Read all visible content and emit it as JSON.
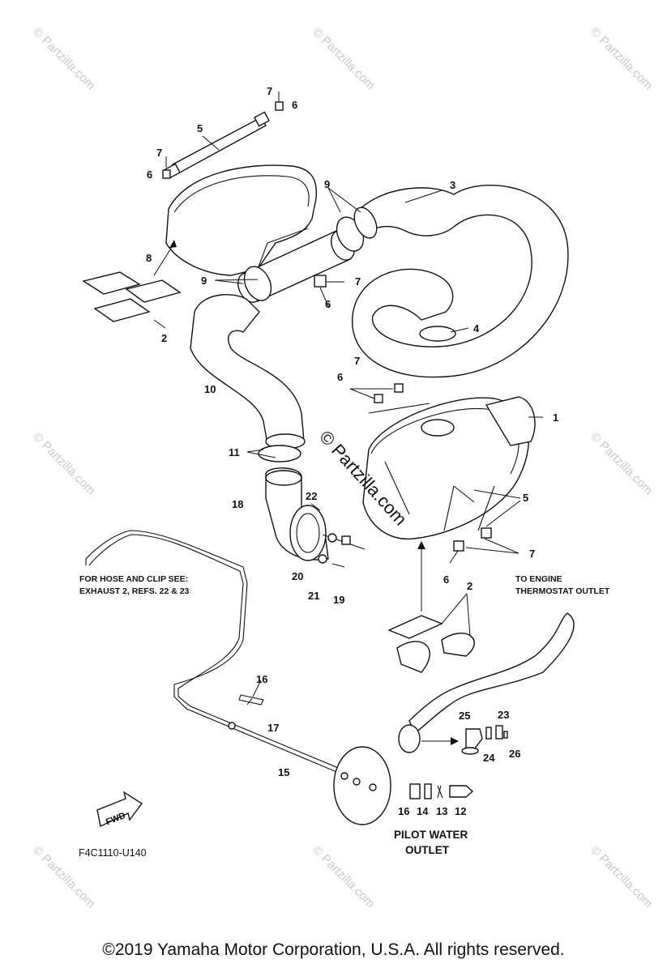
{
  "watermarks": [
    {
      "text": "© Partzilla.com"
    },
    {
      "text": "© Partzilla.com"
    },
    {
      "text": "© Partzilla.com"
    },
    {
      "text": "© Partzilla.com"
    },
    {
      "text": "© Partzilla.com"
    },
    {
      "text": "© Partzilla.com"
    },
    {
      "text": "© Partzilla.com"
    },
    {
      "text": "© Partzilla.com"
    }
  ],
  "center_watermark": "© Partzilla.com",
  "callouts": {
    "c1": "1",
    "c2a": "2",
    "c2b": "2",
    "c3": "3",
    "c4": "4",
    "c5a": "5",
    "c5b": "5",
    "c6a": "6",
    "c6b": "6",
    "c6c": "6",
    "c6d": "6",
    "c6e": "6",
    "c7a": "7",
    "c7b": "7",
    "c7c": "7",
    "c7d": "7",
    "c7e": "7",
    "c8": "8",
    "c9a": "9",
    "c9b": "9",
    "c10": "10",
    "c11": "11",
    "c12": "12",
    "c13": "13",
    "c14": "14",
    "c15": "15",
    "c16a": "16",
    "c16b": "16",
    "c17": "17",
    "c18": "18",
    "c19": "19",
    "c20": "20",
    "c21": "21",
    "c22": "22",
    "c23": "23",
    "c24": "24",
    "c25": "25",
    "c26": "26"
  },
  "notes": {
    "hose_line1": "FOR HOSE AND CLIP SEE:",
    "hose_line2": "EXHAUST 2, REFS. 22 & 23",
    "engine_line1": "TO ENGINE",
    "engine_line2": "THERMOSTAT OUTLET",
    "pilot_line1": "PILOT WATER",
    "pilot_line2": "OUTLET"
  },
  "fwd_label": "FWD",
  "diagram_code": "F4C1110-U140",
  "copyright": "©2019  Yamaha Motor Corporation, U.S.A. All rights reserved."
}
